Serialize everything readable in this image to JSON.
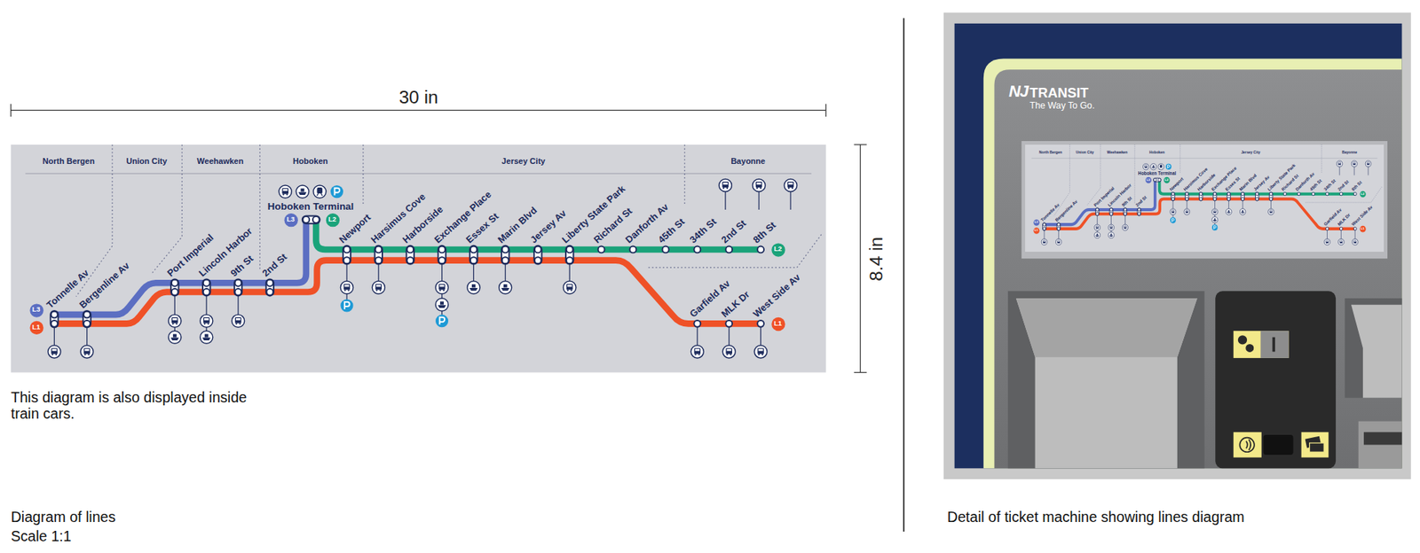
{
  "diagram": {
    "nodes": [
      {
        "text": [
          "L3"
        ]
      },
      {
        "text": [
          "L1"
        ]
      },
      {
        "text": [
          "L3"
        ]
      },
      {
        "text": [
          "L2"
        ]
      },
      {
        "text": [
          "L2"
        ]
      },
      {
        "text": [
          "L1"
        ]
      },
      {
        "text": [
          "L3"
        ]
      },
      {
        "text": [
          "L1"
        ]
      },
      {
        "text": [
          "L3"
        ]
      },
      {
        "text": [
          "L2"
        ]
      },
      {
        "text": [
          "L2"
        ]
      },
      {
        "text": [
          "L1"
        ]
      }
    ],
    "labels": [
      "30 in",
      "8.4 in",
      "This diagram is also displayed inside train cars.",
      "Diagram of lines",
      "Scale 1:1",
      "Detail of ticket machine showing lines diagram",
      "NJ",
      "TRANSIT",
      "The Way To Go.",
      "North Bergen",
      "Union City",
      "Weehawken",
      "Hoboken",
      "Jersey City",
      "Bayonne",
      "Hoboken Terminal",
      "Tonnelle Av",
      "Bergenline Av",
      "Port Imperial",
      "Lincoln Harbor",
      "9th St",
      "2nd St",
      "Newport",
      "Harsimus Cove",
      "Harborside",
      "Exchange Place",
      "Essex St",
      "Marin Blvd",
      "Jersey Av",
      "Liberty State Park",
      "Richard St",
      "Danforth Av",
      "45th St",
      "34th St",
      "2nd St",
      "8th St",
      "Garfield Av",
      "MLK Dr",
      "West Side Av",
      "North Bergen",
      "Union City",
      "Weehawken",
      "Hoboken",
      "Jersey City",
      "Bayonne",
      "Hoboken Terminal",
      "Tonnelle Av",
      "Bergenline Av",
      "Port Imperial",
      "Lincoln Harbor",
      "9th St",
      "2nd St",
      "Newport",
      "Harsimus Cove",
      "Harborside",
      "Exchange Place",
      "Essex St",
      "Marin Blvd",
      "Jersey Av",
      "Liberty State Park",
      "Richard St",
      "Danforth Av",
      "45th St",
      "34th St",
      "2nd St",
      "8th St",
      "Garfield Av",
      "MLK Dr",
      "West Side Av"
    ]
  }
}
